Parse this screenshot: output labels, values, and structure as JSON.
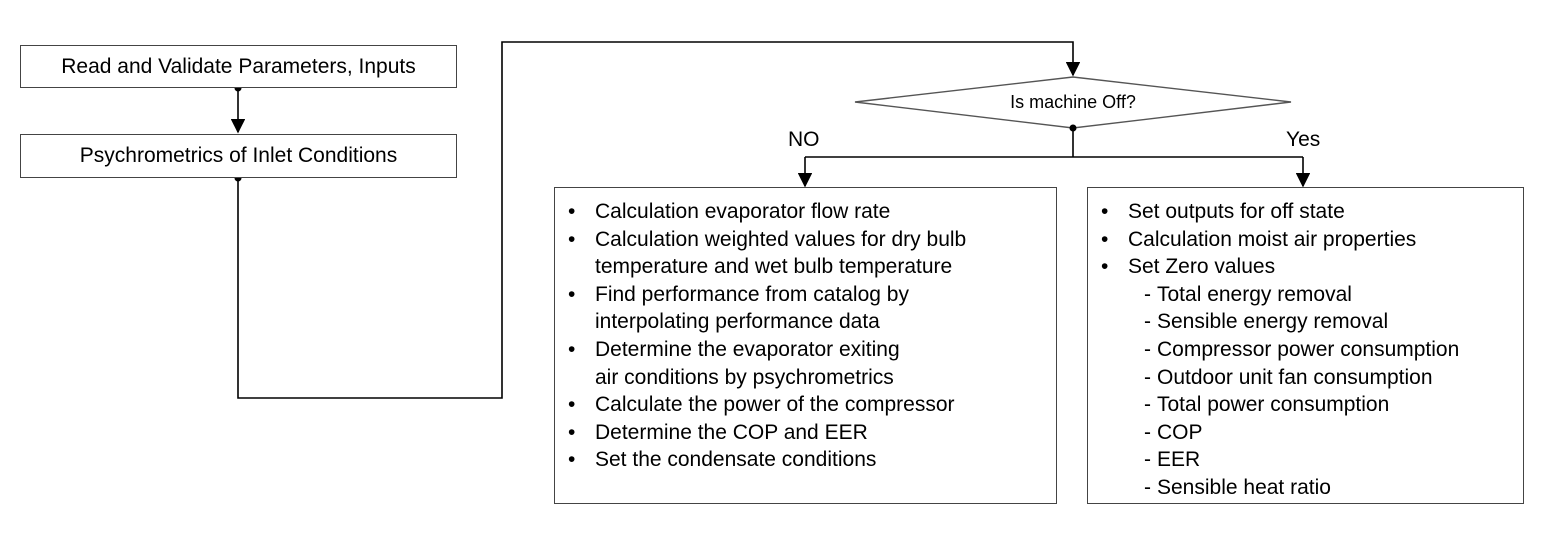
{
  "boxes": {
    "read_validate": "Read and Validate Parameters, Inputs",
    "psychrometrics": "Psychrometrics of Inlet Conditions"
  },
  "decision": {
    "question": "Is machine Off?",
    "no_label": "NO",
    "yes_label": "Yes"
  },
  "no_branch": {
    "items": [
      [
        "Calculation evaporator flow rate"
      ],
      [
        "Calculation weighted values for dry bulb",
        "temperature and wet bulb temperature"
      ],
      [
        "Find performance from catalog by",
        "interpolating performance data"
      ],
      [
        "Determine the evaporator exiting",
        "air conditions by psychrometrics"
      ],
      [
        "Calculate the power of the compressor"
      ],
      [
        "Determine the COP and EER"
      ],
      [
        "Set the condensate conditions"
      ]
    ]
  },
  "yes_branch": {
    "items": [
      "Set outputs for off state",
      "Calculation moist air properties",
      "Set Zero values"
    ],
    "zero_values": [
      "Total energy removal",
      "Sensible energy removal",
      "Compressor power consumption",
      "Outdoor unit fan consumption",
      "Total power consumption",
      "COP",
      "EER",
      "Sensible heat ratio"
    ]
  }
}
